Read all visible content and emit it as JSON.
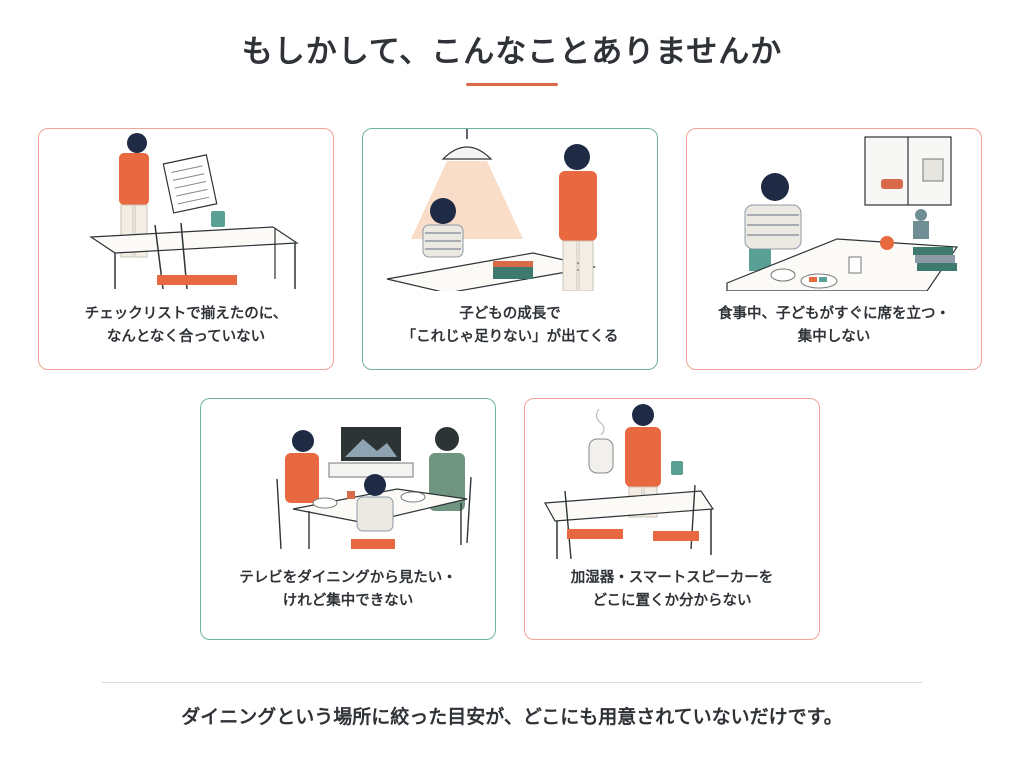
{
  "heading": "もしかして、こんなことありませんか",
  "cards": [
    {
      "line1": "チェックリストで揃えたのに、",
      "line2": "なんとなく合っていない",
      "accent": "#f0a396"
    },
    {
      "line1": "子どもの成長で",
      "line2": "「これじゃ足りない」が出てくる",
      "accent": "#6fb3a7"
    },
    {
      "line1": "食事中、子どもがすぐに席を立つ・",
      "line2": "集中しない",
      "accent": "#f0a396"
    },
    {
      "line1": "テレビをダイニングから見たい・",
      "line2": "けれど集中できない",
      "accent": "#6fb3a7"
    },
    {
      "line1": "加湿器・スマートスピーカーを",
      "line2": "どこに置くか分からない",
      "accent": "#f0a396"
    }
  ],
  "footer": "ダイニングという場所に絞った目安が、どこにも用意されていないだけです。",
  "colors": {
    "accent_orange": "#d86a49",
    "shirt_orange": "#e8693f",
    "card_border_pink": "#f0a396",
    "card_border_teal": "#6fb3a7",
    "hair_navy": "#1f2a44"
  }
}
